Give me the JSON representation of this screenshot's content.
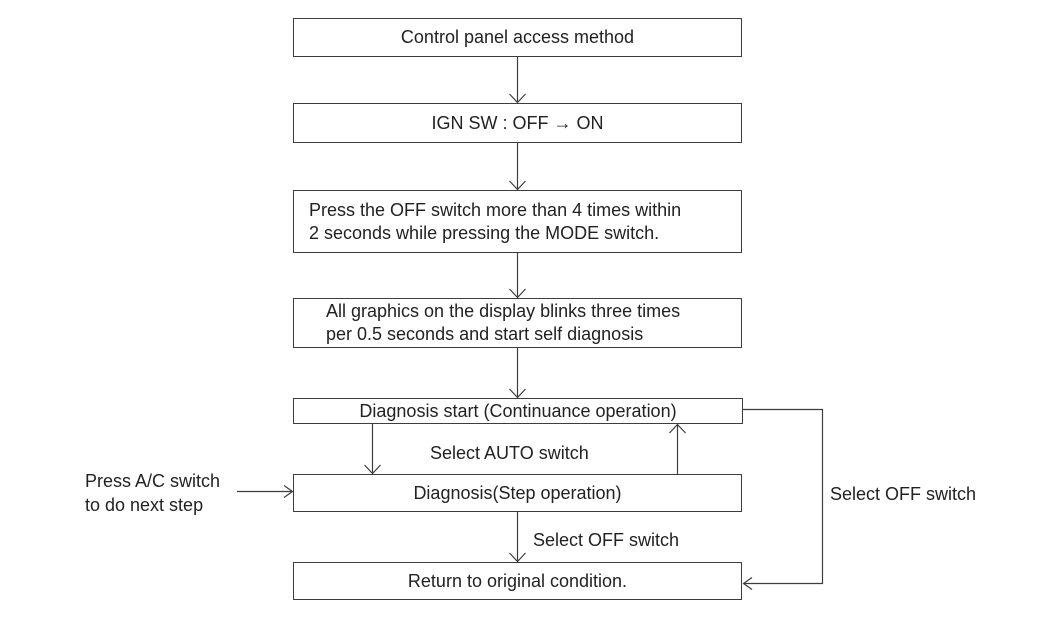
{
  "flow": {
    "boxes": [
      {
        "id": "control-panel-access-method",
        "label": "Control panel access method"
      },
      {
        "id": "ign-sw-off-on",
        "label": "IGN SW : OFF → ON"
      },
      {
        "id": "press-off-switch",
        "label": "Press the OFF switch more than 4 times within\n2 seconds while pressing the MODE switch."
      },
      {
        "id": "graphics-blink",
        "label": "All graphics on the display blinks three times\nper 0.5 seconds and start self diagnosis"
      },
      {
        "id": "diagnosis-start",
        "label": "Diagnosis start (Continuance operation)"
      },
      {
        "id": "diagnosis-step",
        "label": "Diagnosis(Step operation)"
      },
      {
        "id": "return-original",
        "label": "Return to original condition."
      }
    ],
    "labels": {
      "select_auto_switch": "Select AUTO switch",
      "select_off_switch_step": "Select OFF switch",
      "select_off_switch_loop": "Select OFF switch",
      "press_ac_switch": "Press A/C switch\nto do next step"
    },
    "colors": {
      "line": "#3d3d3d",
      "text": "#222222",
      "background": "#ffffff"
    }
  }
}
